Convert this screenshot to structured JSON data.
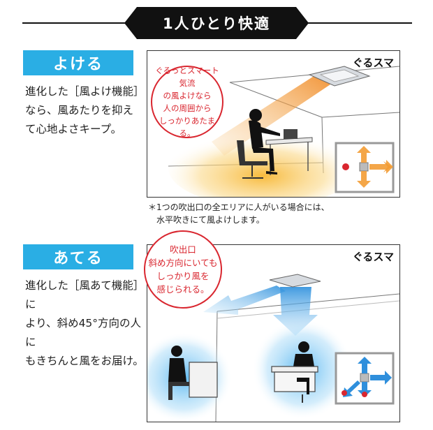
{
  "header": {
    "title": "1人ひとり快適"
  },
  "section1": {
    "tag": "よける",
    "desc": [
      "進化した［風よけ機能］",
      "なら、風あたりを抑え",
      "て心地よさキープ。"
    ],
    "brand": "ぐるスマ",
    "bubble": [
      "ぐるっとスマート気流",
      "の風よけなら",
      "人の周囲から",
      "しっかりあたまる。"
    ],
    "note": [
      "＊1つの吹出口の全エリアに人がいる場合には、",
      "水平吹きにて風よけします。"
    ]
  },
  "section2": {
    "tag": "あてる",
    "desc": [
      "進化した［風あて機能］に",
      "より、斜め45°方向の人に",
      "もきちんと風をお届け。"
    ],
    "brand": "ぐるスマ",
    "bubble": [
      "吹出口",
      "斜め方向にいても",
      "しっかり風を",
      "感じられる。"
    ]
  },
  "colors": {
    "accent": "#2aaee4",
    "bubble_red": "#d9262f",
    "warm": "#f5a623",
    "cool": "#3aa0e6"
  }
}
